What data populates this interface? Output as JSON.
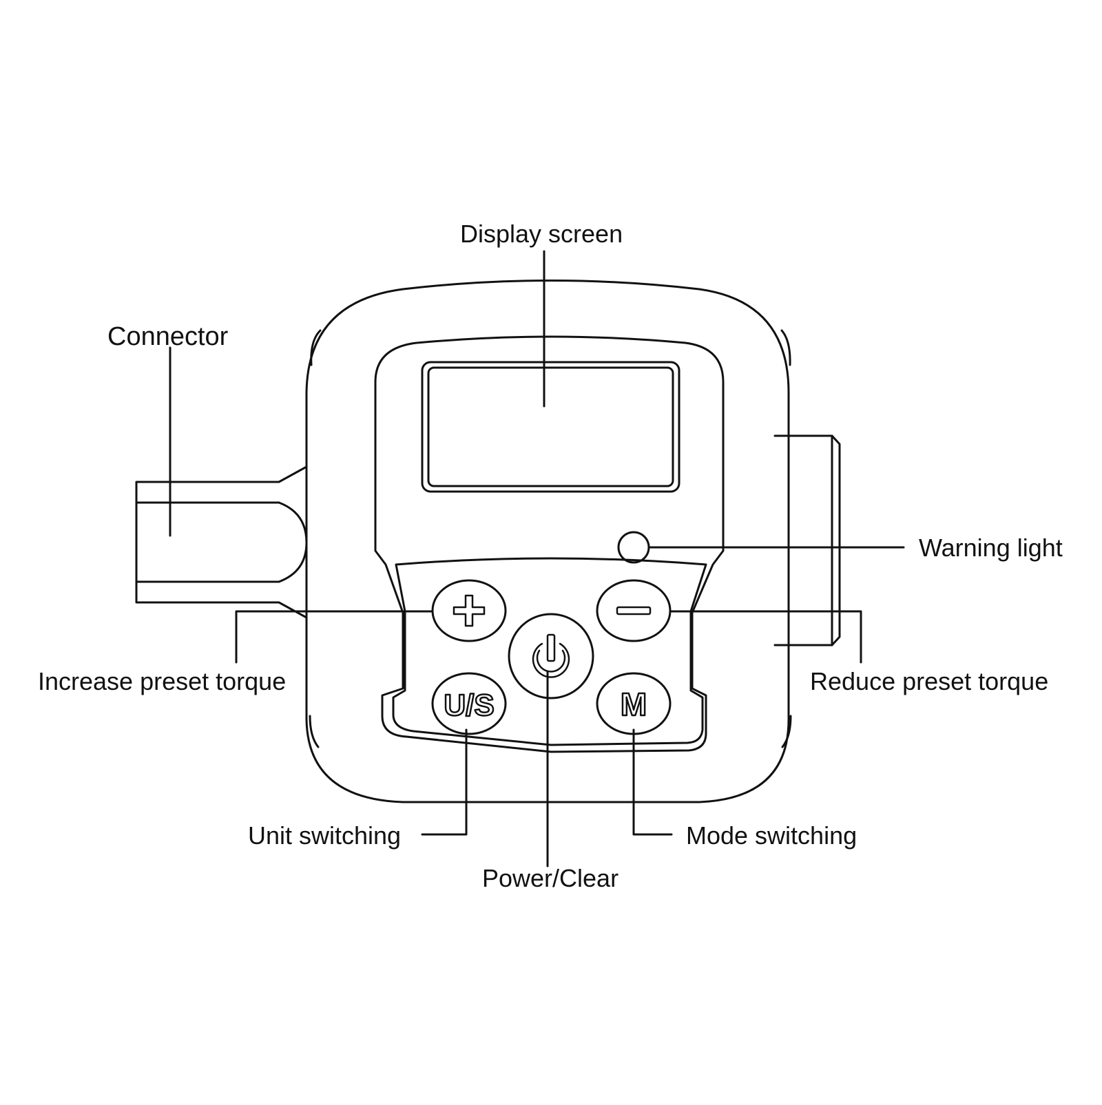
{
  "labels": {
    "display_screen": "Display screen",
    "connector": "Connector",
    "warning_light": "Warning light",
    "increase_preset_torque": "Increase preset torque",
    "reduce_preset_torque": "Reduce preset torque",
    "unit_switching": "Unit switching",
    "mode_switching": "Mode switching",
    "power_clear": "Power/Clear"
  },
  "buttons": {
    "unit_key": "U/S",
    "mode_key": "M"
  },
  "colors": {
    "stroke": "#111111",
    "background": "#ffffff"
  },
  "icons": {
    "plus": "plus-icon",
    "minus": "minus-icon",
    "power": "power-icon"
  }
}
